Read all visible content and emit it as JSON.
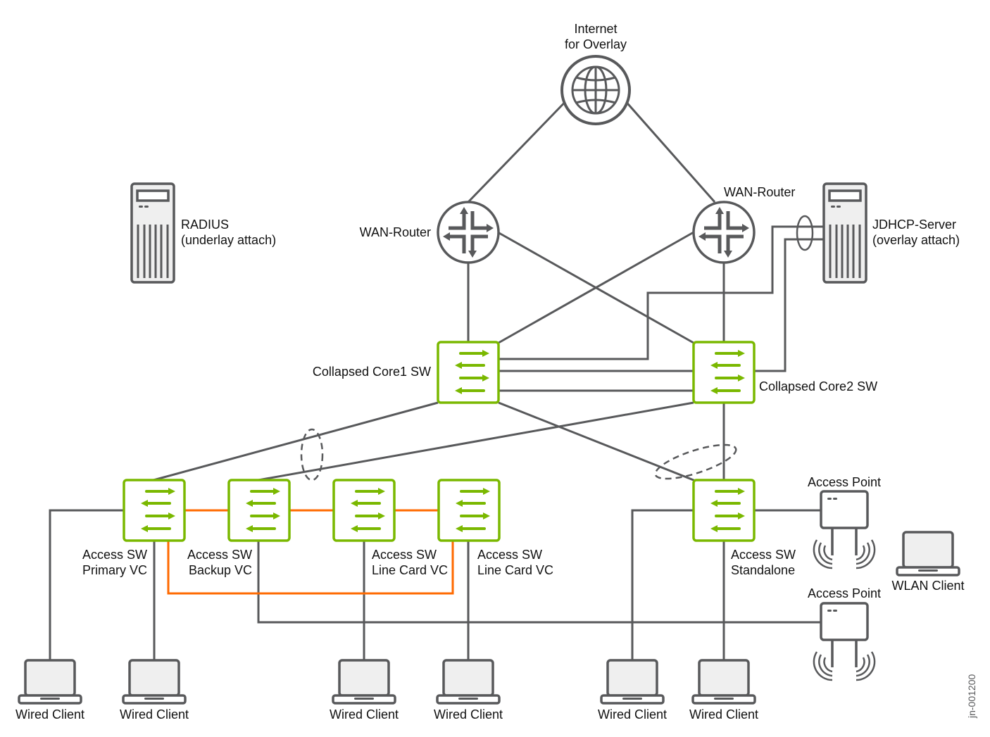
{
  "diagram": {
    "title": "Campus Collapsed Core Topology",
    "colors": {
      "link": "#58595b",
      "virtual_chassis_link": "#ff6a00",
      "switch": "#7ab800",
      "text": "#111111"
    },
    "internet": {
      "label_line1": "Internet",
      "label_line2": "for Overlay",
      "icon": "globe-icon"
    },
    "routers": [
      {
        "id": "wan-router-1",
        "label": "WAN-Router",
        "icon": "router-icon"
      },
      {
        "id": "wan-router-2",
        "label": "WAN-Router",
        "icon": "router-icon"
      }
    ],
    "servers": [
      {
        "id": "radius",
        "label_line1": "RADIUS",
        "label_line2": "(underlay attach)",
        "icon": "server-icon"
      },
      {
        "id": "jdhcp",
        "label_line1": "JDHCP-Server",
        "label_line2": "(overlay attach)",
        "icon": "server-icon"
      }
    ],
    "core_switches": [
      {
        "id": "core1",
        "label": "Collapsed Core1 SW",
        "icon": "switch-icon"
      },
      {
        "id": "core2",
        "label": "Collapsed Core2 SW",
        "icon": "switch-icon"
      }
    ],
    "access_switches": [
      {
        "id": "acc-primary",
        "label_line1": "Access SW",
        "label_line2": "Primary VC",
        "icon": "switch-icon"
      },
      {
        "id": "acc-backup",
        "label_line1": "Access SW",
        "label_line2": "Backup VC",
        "icon": "switch-icon"
      },
      {
        "id": "acc-lc1",
        "label_line1": "Access SW",
        "label_line2": "Line Card VC",
        "icon": "switch-icon"
      },
      {
        "id": "acc-lc2",
        "label_line1": "Access SW",
        "label_line2": "Line Card VC",
        "icon": "switch-icon"
      },
      {
        "id": "acc-standalone",
        "label_line1": "Access SW",
        "label_line2": "Standalone",
        "icon": "switch-icon"
      }
    ],
    "access_points": [
      {
        "id": "ap1",
        "label": "Access Point",
        "icon": "access-point-icon"
      },
      {
        "id": "ap2",
        "label": "Access Point",
        "icon": "access-point-icon"
      }
    ],
    "wlan_client": {
      "label": "WLAN Client",
      "icon": "laptop-icon"
    },
    "wired_clients": [
      {
        "label": "Wired Client",
        "icon": "laptop-icon"
      },
      {
        "label": "Wired Client",
        "icon": "laptop-icon"
      },
      {
        "label": "Wired Client",
        "icon": "laptop-icon"
      },
      {
        "label": "Wired Client",
        "icon": "laptop-icon"
      },
      {
        "label": "Wired Client",
        "icon": "laptop-icon"
      },
      {
        "label": "Wired Client",
        "icon": "laptop-icon"
      }
    ],
    "figure_id": "jn-001200"
  }
}
